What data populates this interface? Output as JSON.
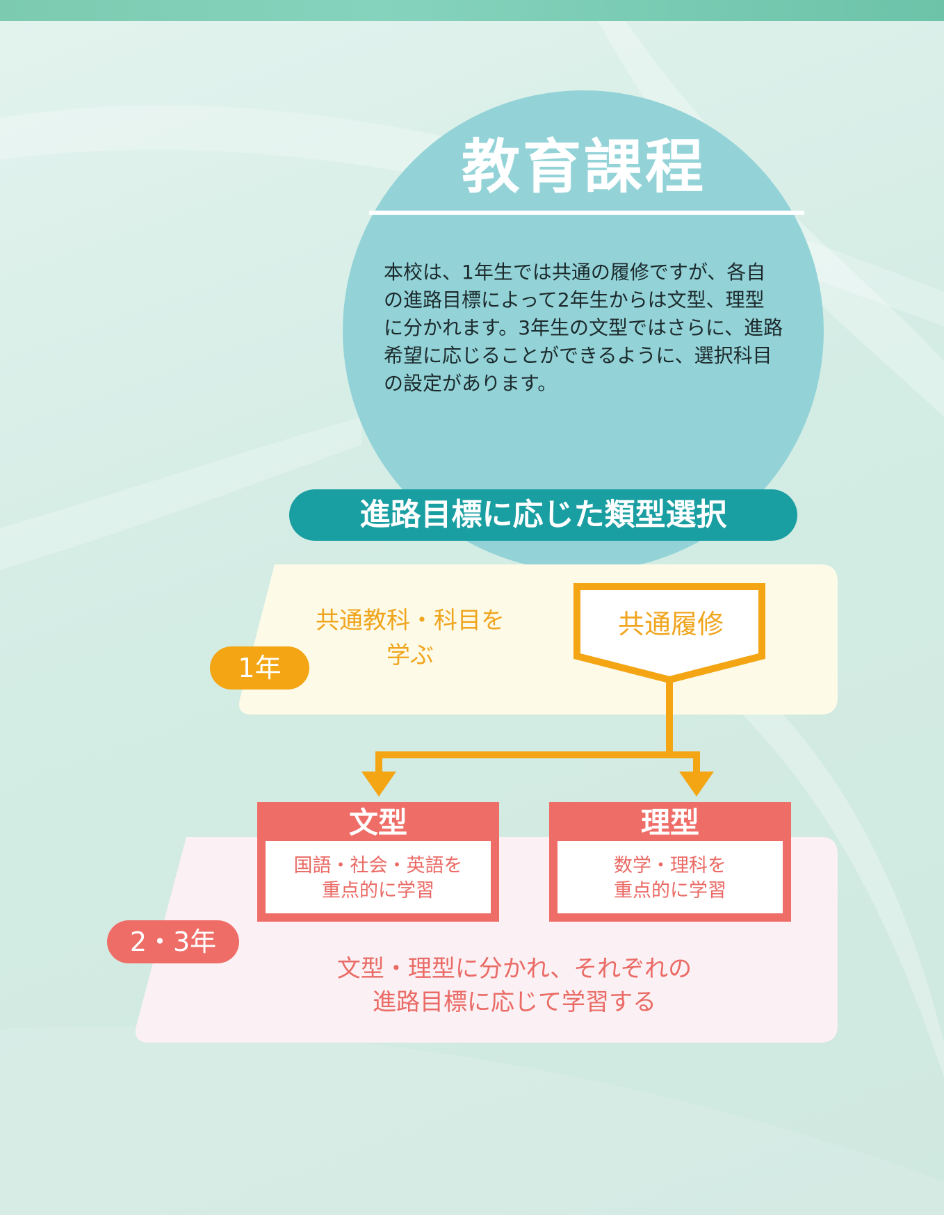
{
  "colors": {
    "teal_circle": "#93d3d8",
    "teal_pill": "#199ea2",
    "year1_orange": "#f3a514",
    "year23_coral": "#ef6d67",
    "year1_band_bg": "#fdfbe8",
    "year23_band_bg": "#fbf0f3"
  },
  "header": {
    "title": "教育課程",
    "intro": "本校は、1年生では共通の履修ですが、各自\nの進路目標によって2年生からは文型、理型\nに分かれます。3年生の文型ではさらに、進路\n希望に応じることができるように、選択科目\nの設定があります。"
  },
  "section": {
    "title": "進路目標に応じた類型選択"
  },
  "year1": {
    "badge": "1年",
    "description": "共通教科・科目を\n学ぶ",
    "course_label": "共通履修"
  },
  "year23": {
    "badge": "2・3年",
    "description": "文型・理型に分かれ、それぞれの\n進路目標に応じて学習する",
    "courses": [
      {
        "title": "文型",
        "text": "国語・社会・英語を\n重点的に学習"
      },
      {
        "title": "理型",
        "text": "数学・理科を\n重点的に学習"
      }
    ]
  }
}
